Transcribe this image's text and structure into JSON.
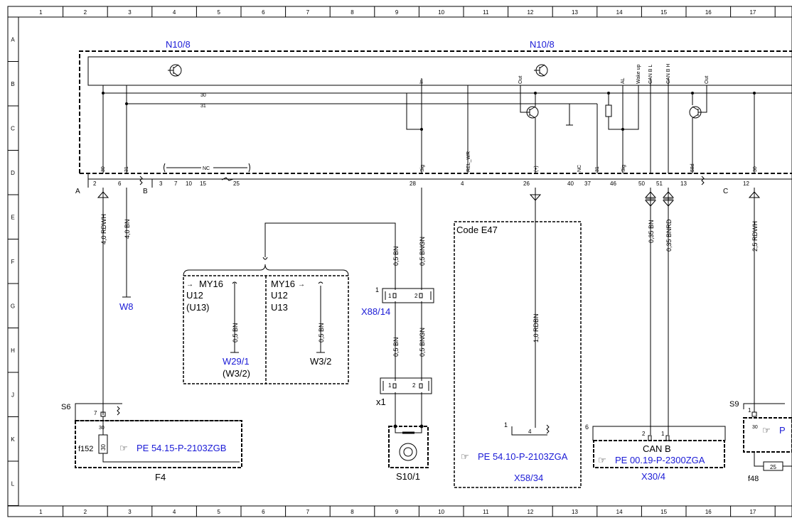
{
  "grid": {
    "columns": [
      "1",
      "2",
      "3",
      "4",
      "5",
      "6",
      "7",
      "8",
      "9",
      "10",
      "11",
      "12",
      "13",
      "14",
      "15",
      "16",
      "17"
    ],
    "rows": [
      "A",
      "B",
      "C",
      "D",
      "E",
      "F",
      "G",
      "H",
      "J",
      "K",
      "L"
    ]
  },
  "control_unit": {
    "label_left": "N10/8",
    "label_right": "N10/8",
    "bus_30": "30",
    "bus_31": "31",
    "pin_labels": {
      "in": "In",
      "out1": "Out",
      "al": "AL",
      "wakeup": "Wake up",
      "canbl": "CAN B L",
      "canbh": "CAN B H",
      "out2": "Out",
      "p30": "30",
      "p31": "31",
      "sig1": "Sig",
      "relwr": "REL_WR",
      "plus": "(+)",
      "nc": "NC",
      "p31b": "31",
      "sig2": "Sig",
      "p58d": "58d",
      "p30c": "30"
    },
    "nc_group": "NC",
    "connector_a": "A",
    "connector_b": "B",
    "connector_c": "C",
    "pins": {
      "p2": "2",
      "p6": "6",
      "p3": "3",
      "p7": "7",
      "p10": "10",
      "p15": "15",
      "p25": "25",
      "p28": "28",
      "p4": "4",
      "p26": "26",
      "p40": "40",
      "p37": "37",
      "p46": "46",
      "p50": "50",
      "p51": "51",
      "p13": "13",
      "p12": "12"
    }
  },
  "wires": {
    "w1": "4,0 RDWH",
    "w2": "4,0 BN",
    "w3": "0,5 BN",
    "w4": "0,5 BNGN",
    "w5": "0,5 BN",
    "w6": "0,5 BNGN",
    "w7": "1,0 RDBN",
    "w8": "0,35 BN",
    "w9": "0,35 BNRD",
    "w10": "2,5 RDWH",
    "w11": "0,5 BN",
    "w12": "0,5 BN"
  },
  "ground_w8": "W8",
  "variants": {
    "left": {
      "arrow": "→",
      "line1": "MY16",
      "line2": "U12",
      "line3": "(U13)",
      "ground": "W29/1",
      "ground_alt": "(W3/2)"
    },
    "right": {
      "line1": "MY16",
      "arrow": "→",
      "line2": "U12",
      "line3": "U13",
      "ground": "W3/2"
    }
  },
  "connector_x88": {
    "label": "X88/14",
    "num": "1",
    "pin1": "1",
    "pin2": "2"
  },
  "connector_x1": {
    "label": "x1",
    "pin1": "1",
    "pin2": "2"
  },
  "switch_s10": {
    "label": "S10/1"
  },
  "code_box": {
    "label": "Code E47",
    "num": "1",
    "pin": "4",
    "ref": "PE 54.10-P-2103ZGA",
    "component": "X58/34"
  },
  "can_block": {
    "num": "6",
    "pin2": "2",
    "pin1": "1",
    "label": "CAN B",
    "ref": "PE 00.19-P-2300ZGA",
    "component": "X30/4"
  },
  "fuse_left": {
    "splice": "S6",
    "pin": "7",
    "pin30": "30",
    "fuse_label": "f152",
    "fuse_num": "30",
    "ref": "PE 54.15-P-2103ZGB",
    "component": "F4"
  },
  "fuse_right": {
    "splice": "S9",
    "pin": "1",
    "pin30": "30",
    "ref": "P",
    "fuse_num": "25",
    "component": "f48"
  },
  "colors": {
    "ink": "#000000",
    "label_blue": "#1a1ad6"
  }
}
